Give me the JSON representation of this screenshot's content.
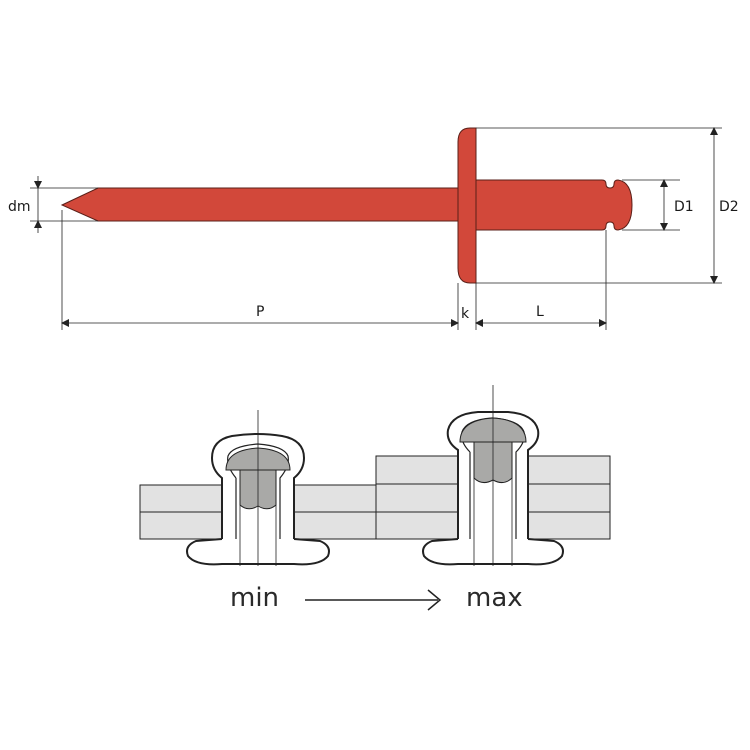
{
  "colors": {
    "rivet_body": "#d2483a",
    "rivet_outline": "#5a1f18",
    "mandrel_gray": "#a9a9a7",
    "plate_fill": "#e2e2e2",
    "line": "#222222"
  },
  "labels": {
    "dm": "dm",
    "d1": "D1",
    "d2": "D2",
    "p": "P",
    "k": "k",
    "l": "L",
    "min": "min",
    "max": "max"
  },
  "icons": {
    "arrow": "arrow-right-icon"
  }
}
